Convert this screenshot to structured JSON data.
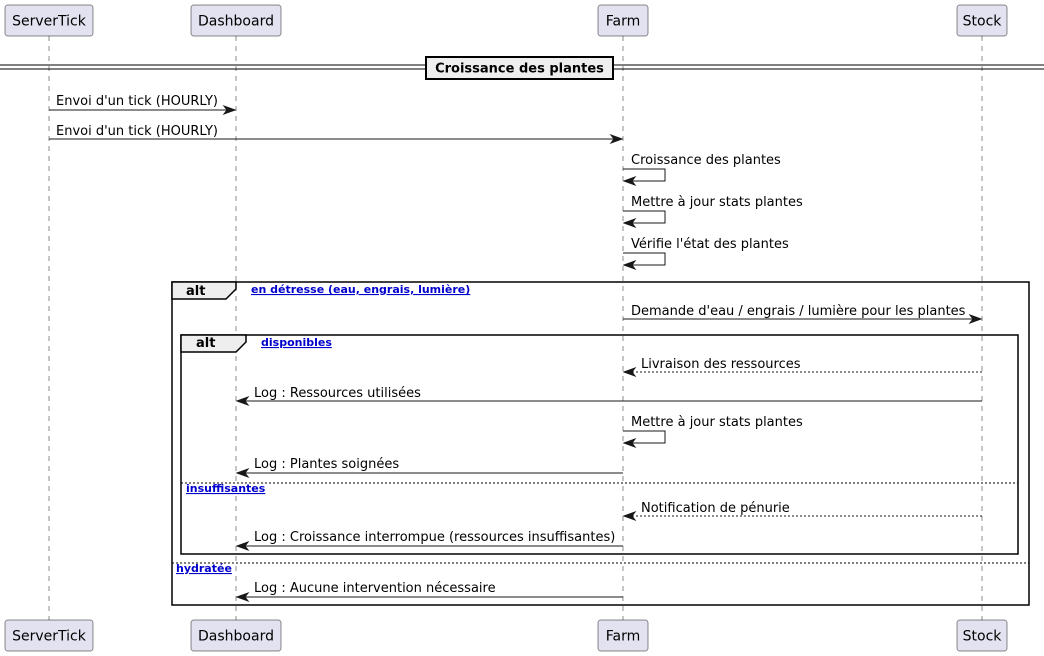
{
  "participants": [
    {
      "id": "servertick",
      "label": "ServerTick"
    },
    {
      "id": "dashboard",
      "label": "Dashboard"
    },
    {
      "id": "farm",
      "label": "Farm"
    },
    {
      "id": "stock",
      "label": "Stock"
    }
  ],
  "divider": {
    "label": "Croissance des plantes"
  },
  "messages": [
    {
      "text": "Envoi d'un tick (HOURLY)",
      "from": "ServerTick",
      "to": "Dashboard",
      "style": "solid"
    },
    {
      "text": "Envoi d'un tick (HOURLY)",
      "from": "ServerTick",
      "to": "Farm",
      "style": "solid"
    },
    {
      "text": "Croissance des plantes",
      "from": "Farm",
      "to": "Farm",
      "style": "self"
    },
    {
      "text": "Mettre à jour stats plantes",
      "from": "Farm",
      "to": "Farm",
      "style": "self"
    },
    {
      "text": "Vérifie l'état des plantes",
      "from": "Farm",
      "to": "Farm",
      "style": "self"
    },
    {
      "text": "Demande d'eau / engrais / lumière pour les plantes",
      "from": "Farm",
      "to": "Stock",
      "style": "solid"
    },
    {
      "text": "Livraison des ressources",
      "from": "Stock",
      "to": "Farm",
      "style": "dashed"
    },
    {
      "text": "Log : Ressources utilisées",
      "from": "Stock",
      "to": "Dashboard",
      "style": "solid"
    },
    {
      "text": "Mettre à jour stats plantes",
      "from": "Farm",
      "to": "Farm",
      "style": "self"
    },
    {
      "text": "Log : Plantes soignées",
      "from": "Farm",
      "to": "Dashboard",
      "style": "solid"
    },
    {
      "text": "Notification de pénurie",
      "from": "Stock",
      "to": "Farm",
      "style": "dashed"
    },
    {
      "text": "Log : Croissance interrompue (ressources insuffisantes)",
      "from": "Farm",
      "to": "Dashboard",
      "style": "solid"
    },
    {
      "text": "Log : Aucune intervention nécessaire",
      "from": "Farm",
      "to": "Dashboard",
      "style": "solid"
    }
  ],
  "fragments": {
    "outer": {
      "keyword": "alt",
      "guard": "en détresse (eau, engrais, lumière)",
      "else_guard": "hydratée"
    },
    "inner": {
      "keyword": "alt",
      "guard": "disponibles",
      "else_guard": "insuffisantes"
    }
  }
}
